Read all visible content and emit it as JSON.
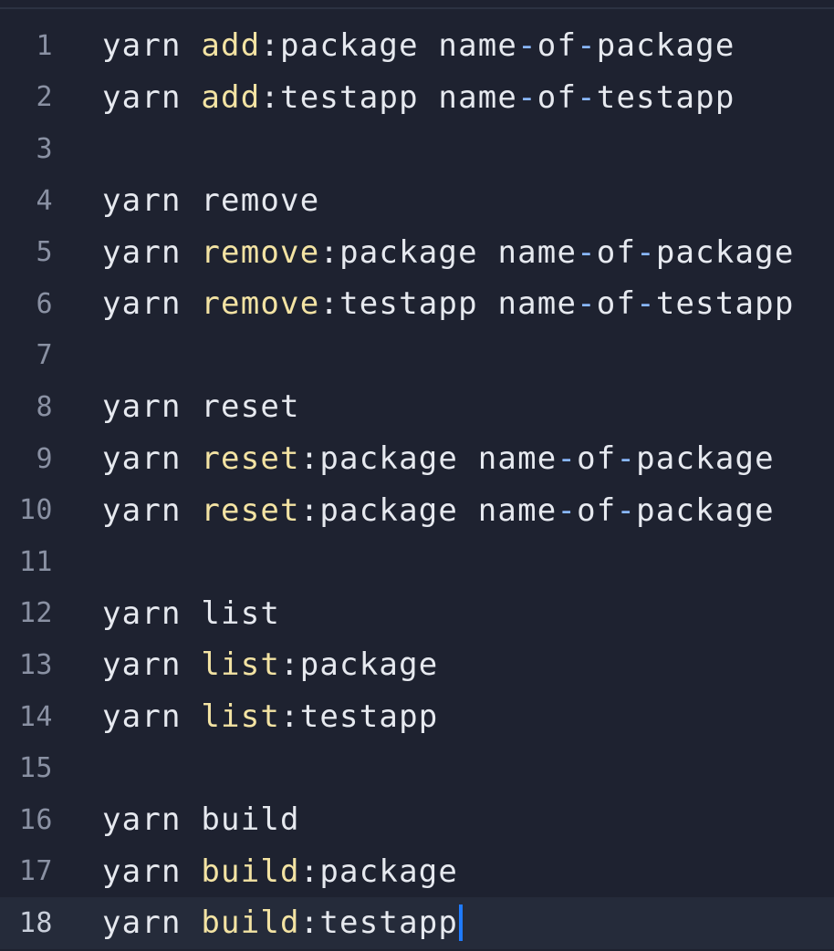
{
  "editor": {
    "lines": [
      {
        "num": "1",
        "tokens": [
          {
            "t": "yarn",
            "c": "kw"
          },
          {
            "t": " ",
            "c": "kw"
          },
          {
            "t": "add",
            "c": "cmd"
          },
          {
            "t": ":",
            "c": "colon"
          },
          {
            "t": "package",
            "c": "arg"
          },
          {
            "t": " ",
            "c": "kw"
          },
          {
            "t": "name",
            "c": "arg"
          },
          {
            "t": "-",
            "c": "dash"
          },
          {
            "t": "of",
            "c": "arg"
          },
          {
            "t": "-",
            "c": "dash"
          },
          {
            "t": "package",
            "c": "arg"
          }
        ]
      },
      {
        "num": "2",
        "tokens": [
          {
            "t": "yarn",
            "c": "kw"
          },
          {
            "t": " ",
            "c": "kw"
          },
          {
            "t": "add",
            "c": "cmd"
          },
          {
            "t": ":",
            "c": "colon"
          },
          {
            "t": "testapp",
            "c": "arg"
          },
          {
            "t": " ",
            "c": "kw"
          },
          {
            "t": "name",
            "c": "arg"
          },
          {
            "t": "-",
            "c": "dash"
          },
          {
            "t": "of",
            "c": "arg"
          },
          {
            "t": "-",
            "c": "dash"
          },
          {
            "t": "testapp",
            "c": "arg"
          }
        ]
      },
      {
        "num": "3",
        "tokens": []
      },
      {
        "num": "4",
        "tokens": [
          {
            "t": "yarn",
            "c": "kw"
          },
          {
            "t": " ",
            "c": "kw"
          },
          {
            "t": "remove",
            "c": "arg"
          }
        ]
      },
      {
        "num": "5",
        "tokens": [
          {
            "t": "yarn",
            "c": "kw"
          },
          {
            "t": " ",
            "c": "kw"
          },
          {
            "t": "remove",
            "c": "cmd"
          },
          {
            "t": ":",
            "c": "colon"
          },
          {
            "t": "package",
            "c": "arg"
          },
          {
            "t": " ",
            "c": "kw"
          },
          {
            "t": "name",
            "c": "arg"
          },
          {
            "t": "-",
            "c": "dash"
          },
          {
            "t": "of",
            "c": "arg"
          },
          {
            "t": "-",
            "c": "dash"
          },
          {
            "t": "package",
            "c": "arg"
          }
        ]
      },
      {
        "num": "6",
        "tokens": [
          {
            "t": "yarn",
            "c": "kw"
          },
          {
            "t": " ",
            "c": "kw"
          },
          {
            "t": "remove",
            "c": "cmd"
          },
          {
            "t": ":",
            "c": "colon"
          },
          {
            "t": "testapp",
            "c": "arg"
          },
          {
            "t": " ",
            "c": "kw"
          },
          {
            "t": "name",
            "c": "arg"
          },
          {
            "t": "-",
            "c": "dash"
          },
          {
            "t": "of",
            "c": "arg"
          },
          {
            "t": "-",
            "c": "dash"
          },
          {
            "t": "testapp",
            "c": "arg"
          }
        ]
      },
      {
        "num": "7",
        "tokens": []
      },
      {
        "num": "8",
        "tokens": [
          {
            "t": "yarn",
            "c": "kw"
          },
          {
            "t": " ",
            "c": "kw"
          },
          {
            "t": "reset",
            "c": "arg"
          }
        ]
      },
      {
        "num": "9",
        "tokens": [
          {
            "t": "yarn",
            "c": "kw"
          },
          {
            "t": " ",
            "c": "kw"
          },
          {
            "t": "reset",
            "c": "cmd"
          },
          {
            "t": ":",
            "c": "colon"
          },
          {
            "t": "package",
            "c": "arg"
          },
          {
            "t": " ",
            "c": "kw"
          },
          {
            "t": "name",
            "c": "arg"
          },
          {
            "t": "-",
            "c": "dash"
          },
          {
            "t": "of",
            "c": "arg"
          },
          {
            "t": "-",
            "c": "dash"
          },
          {
            "t": "package",
            "c": "arg"
          }
        ]
      },
      {
        "num": "10",
        "tokens": [
          {
            "t": "yarn",
            "c": "kw"
          },
          {
            "t": " ",
            "c": "kw"
          },
          {
            "t": "reset",
            "c": "cmd"
          },
          {
            "t": ":",
            "c": "colon"
          },
          {
            "t": "package",
            "c": "arg"
          },
          {
            "t": " ",
            "c": "kw"
          },
          {
            "t": "name",
            "c": "arg"
          },
          {
            "t": "-",
            "c": "dash"
          },
          {
            "t": "of",
            "c": "arg"
          },
          {
            "t": "-",
            "c": "dash"
          },
          {
            "t": "package",
            "c": "arg"
          }
        ]
      },
      {
        "num": "11",
        "tokens": []
      },
      {
        "num": "12",
        "tokens": [
          {
            "t": "yarn",
            "c": "kw"
          },
          {
            "t": " ",
            "c": "kw"
          },
          {
            "t": "list",
            "c": "arg"
          }
        ]
      },
      {
        "num": "13",
        "tokens": [
          {
            "t": "yarn",
            "c": "kw"
          },
          {
            "t": " ",
            "c": "kw"
          },
          {
            "t": "list",
            "c": "cmd"
          },
          {
            "t": ":",
            "c": "colon"
          },
          {
            "t": "package",
            "c": "arg"
          }
        ]
      },
      {
        "num": "14",
        "tokens": [
          {
            "t": "yarn",
            "c": "kw"
          },
          {
            "t": " ",
            "c": "kw"
          },
          {
            "t": "list",
            "c": "cmd"
          },
          {
            "t": ":",
            "c": "colon"
          },
          {
            "t": "testapp",
            "c": "arg"
          }
        ]
      },
      {
        "num": "15",
        "tokens": []
      },
      {
        "num": "16",
        "tokens": [
          {
            "t": "yarn",
            "c": "kw"
          },
          {
            "t": " ",
            "c": "kw"
          },
          {
            "t": "build",
            "c": "arg"
          }
        ]
      },
      {
        "num": "17",
        "tokens": [
          {
            "t": "yarn",
            "c": "kw"
          },
          {
            "t": " ",
            "c": "kw"
          },
          {
            "t": "build",
            "c": "cmd"
          },
          {
            "t": ":",
            "c": "colon"
          },
          {
            "t": "package",
            "c": "arg"
          }
        ]
      },
      {
        "num": "18",
        "tokens": [
          {
            "t": "yarn",
            "c": "kw"
          },
          {
            "t": " ",
            "c": "kw"
          },
          {
            "t": "build",
            "c": "cmd"
          },
          {
            "t": ":",
            "c": "colon"
          },
          {
            "t": "testapp",
            "c": "arg"
          }
        ],
        "active": true,
        "cursor": true
      }
    ]
  },
  "colors": {
    "background": "#1e2230",
    "active_line": "#252b3a",
    "text": "#e6e9ef",
    "command": "#f3e3a3",
    "dash": "#8ab8ff",
    "line_number": "#8a91a3",
    "cursor": "#1f7bff"
  }
}
